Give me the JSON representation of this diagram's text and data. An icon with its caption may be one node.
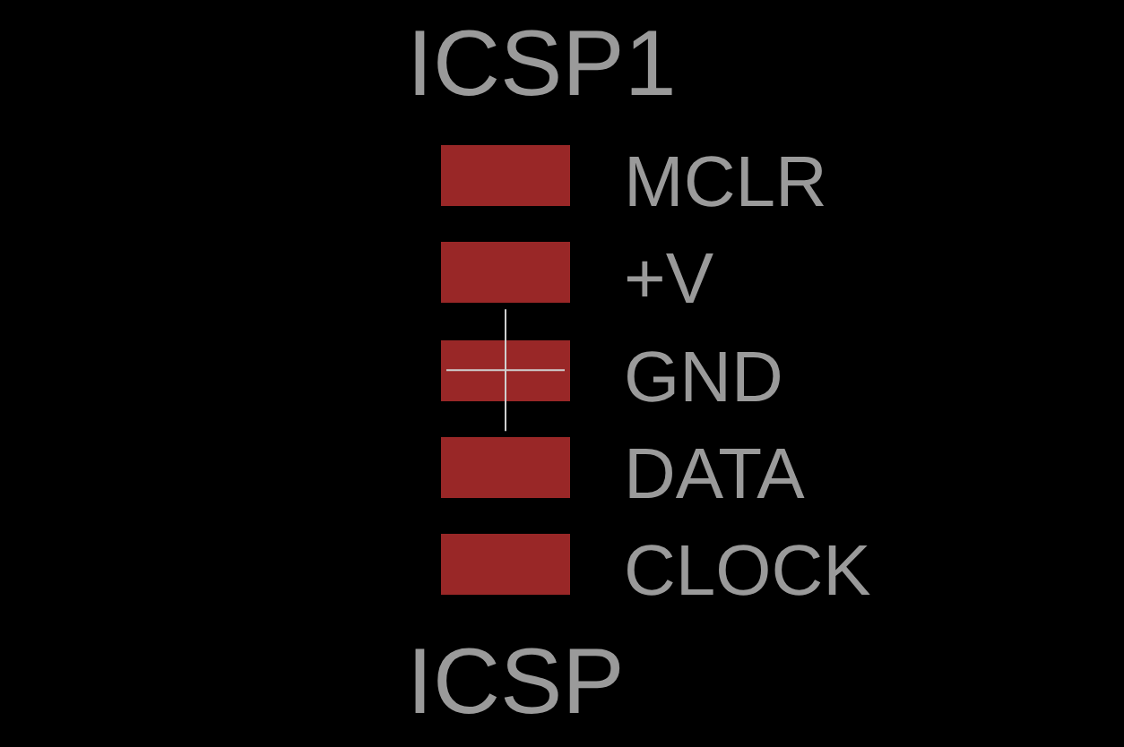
{
  "diagram": {
    "labels": [
      "ICSP1",
      "MCLR",
      "+V",
      "GND",
      "DATA",
      "CLOCK",
      "ICSP"
    ]
  }
}
